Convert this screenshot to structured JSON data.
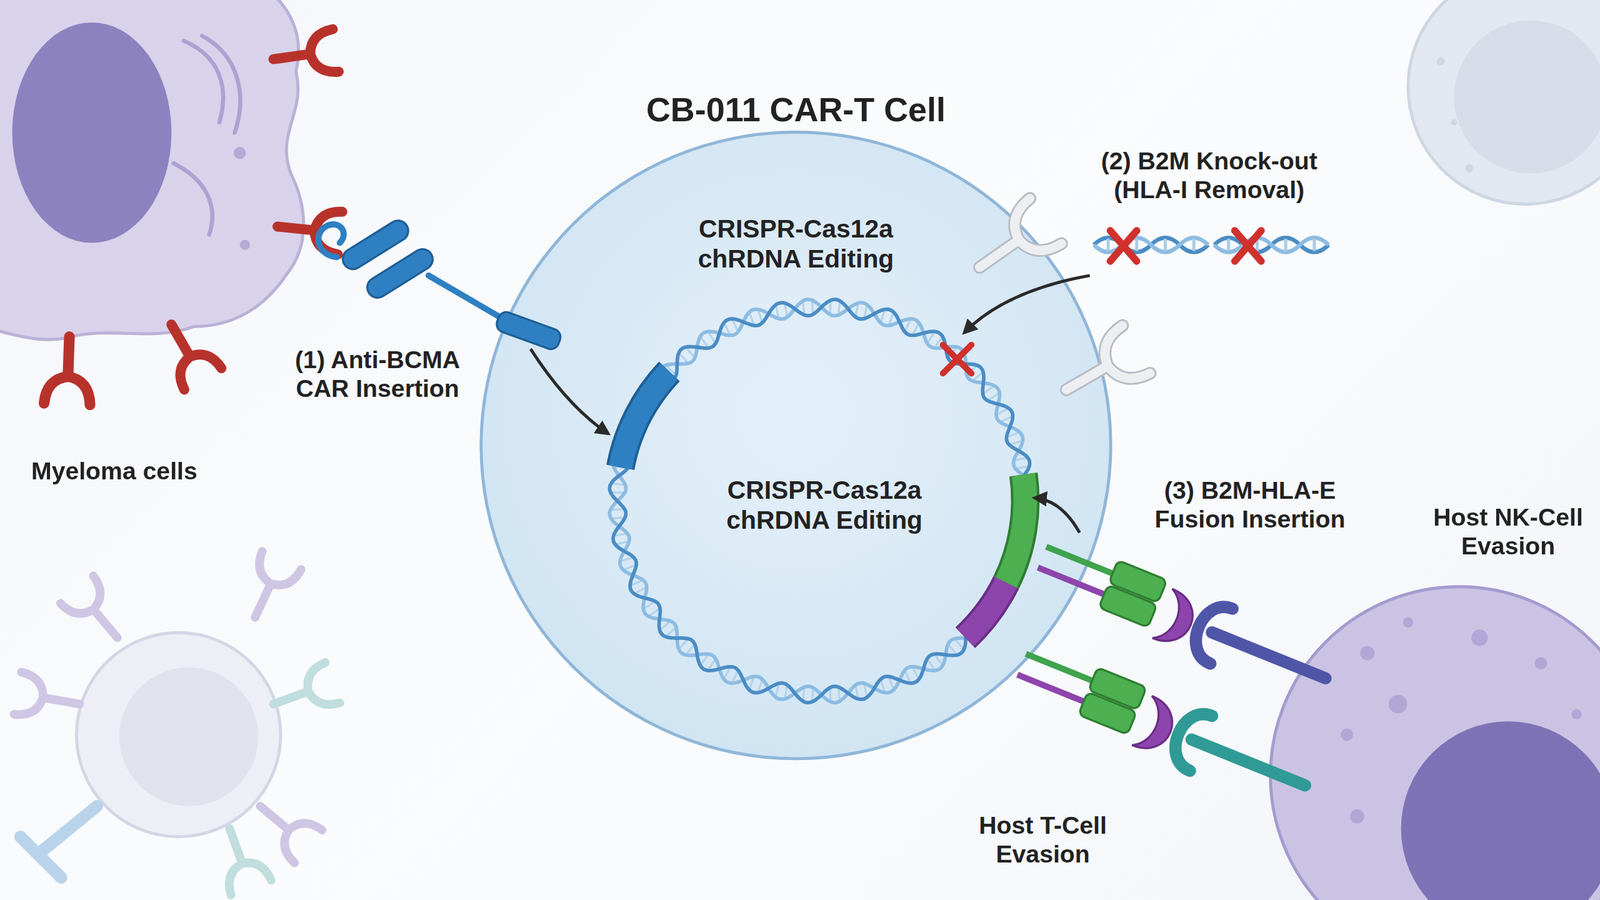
{
  "diagram": {
    "nodes": [
      {
        "text": [
          "CB-011 CAR-T Cell",
          "CRISPR-Cas12a chRDNA Editing"
        ]
      },
      {
        "text": [
          "CRISPR-Cas12a chRDNA Editing"
        ],
        "in": 0
      }
    ],
    "labels": [
      "(2) B2M Knock-out (HLA-I Removal)",
      "(1) Anti-BCMA CAR Insertion",
      "Myeloma cells",
      "(3) B2M-HLA-E Fusion Insertion",
      "Host NK-Cell Evasion",
      "Host T-Cell Evasion"
    ]
  }
}
